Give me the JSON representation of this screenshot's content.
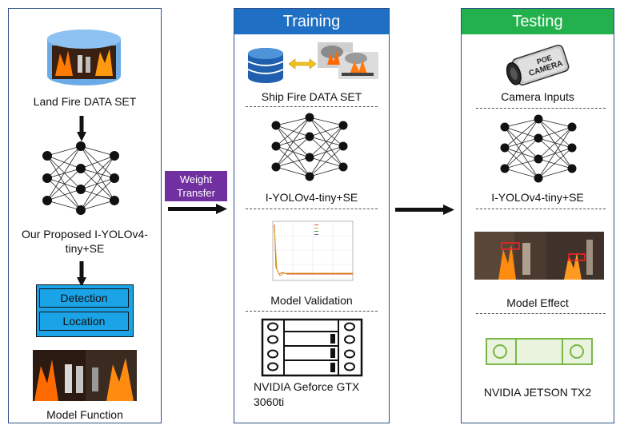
{
  "left": {
    "dataset_label": "Land Fire DATA SET",
    "model_label_line1": "Our Proposed I-YOLOv4-",
    "model_label_line2": "tiny+SE",
    "detection_label": "Detection",
    "location_label": "Location",
    "function_label": "Model Function"
  },
  "transfer": {
    "label_line1": "Weight",
    "label_line2": "Transfer"
  },
  "training": {
    "title": "Training",
    "dataset_label": "Ship Fire DATA SET",
    "model_label": "I-YOLOv4-tiny+SE",
    "validation_label": "Model Validation",
    "gpu_label_line1": "NVIDIA Geforce GTX",
    "gpu_label_line2": "3060ti"
  },
  "testing": {
    "title": "Testing",
    "camera_label": "Camera Inputs",
    "camera_text_line1": "POE",
    "camera_text_line2": "CAMERA",
    "model_label": "I-YOLOv4-tiny+SE",
    "effect_label": "Model Effect",
    "device_label": "NVIDIA JETSON TX2"
  },
  "colors": {
    "training_header": "#1f6fc5",
    "testing_header": "#22b14c",
    "transfer_box": "#7030a0",
    "detection_box": "#1aa3e6",
    "panel_border": "#2e4f86"
  }
}
